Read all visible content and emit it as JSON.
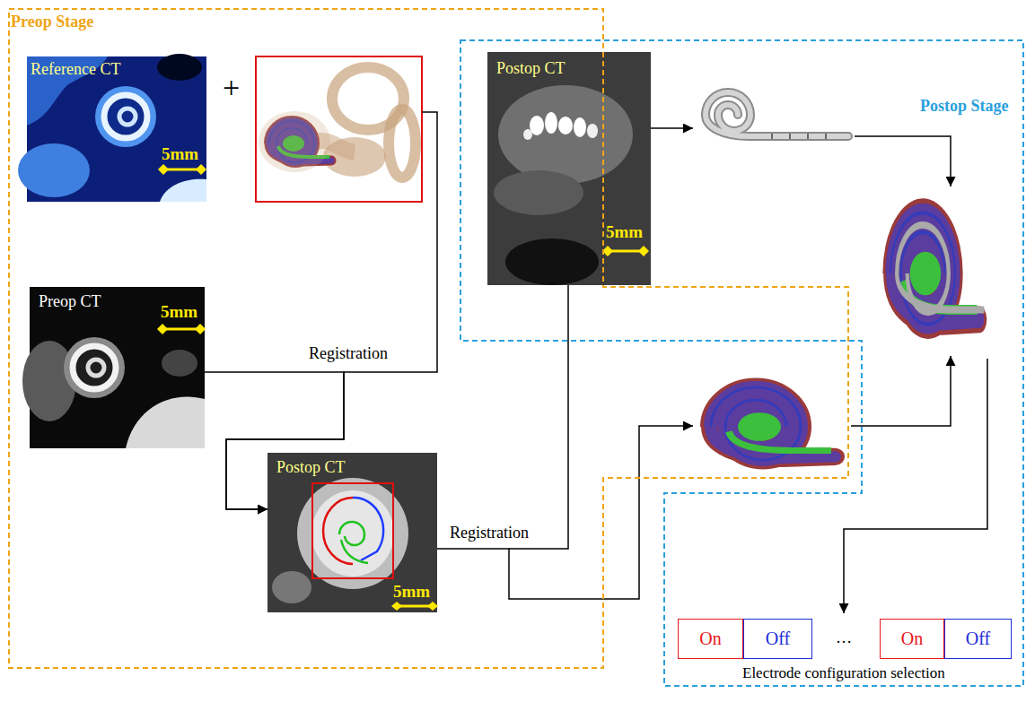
{
  "diagram": {
    "nodes": [
      {
        "text": [
          "Preop Stage"
        ]
      },
      {
        "text": [
          "Postop Stage"
        ]
      },
      {
        "text": [
          "Reference CT",
          "5mm"
        ],
        "in": 0
      },
      {
        "text": [
          "Preop CT",
          "5mm"
        ],
        "in": 0
      },
      {
        "text": [
          "Postop CT",
          "5mm"
        ],
        "in": 0
      },
      {
        "text": [
          "Postop CT",
          "5mm"
        ],
        "in": 1
      },
      {
        "text": [
          "On"
        ],
        "in": 1
      },
      {
        "text": [
          "Off"
        ],
        "in": 1
      },
      {
        "text": [
          "On"
        ],
        "in": 1
      },
      {
        "text": [
          "Off"
        ],
        "in": 1
      }
    ],
    "edges": [
      {
        "from": 2,
        "to": 4,
        "arrow": "to"
      },
      {
        "from": 3,
        "to": 4,
        "label": "Registration",
        "arrow": "to"
      }
    ],
    "labels": [
      "+",
      "Registration",
      "…",
      "Electrode configuration selection"
    ]
  }
}
